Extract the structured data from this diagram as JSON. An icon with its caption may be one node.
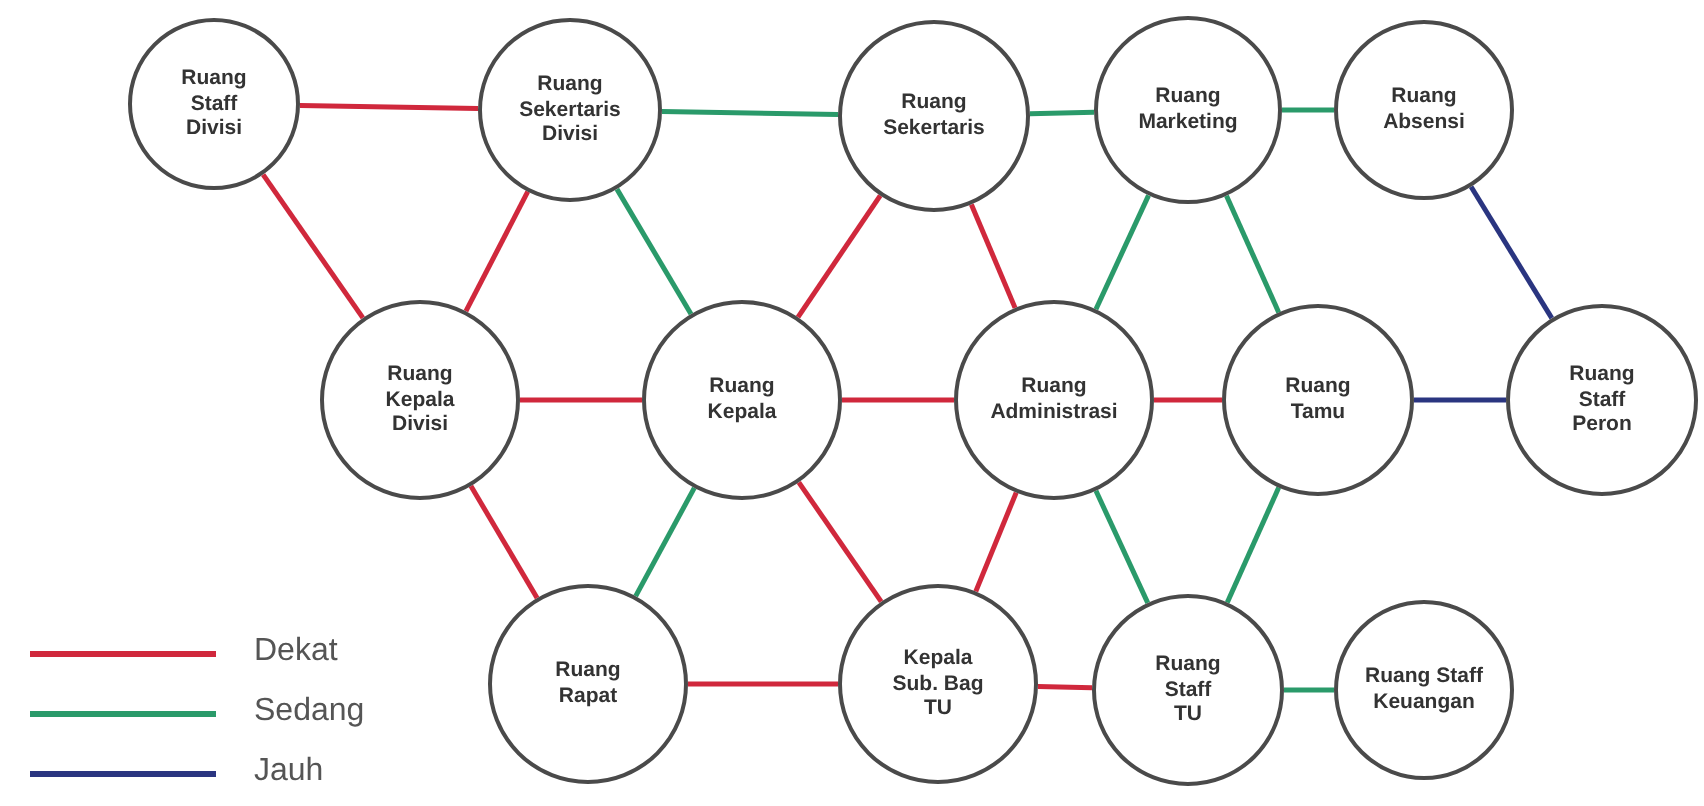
{
  "diagram": {
    "nodes": [
      {
        "text": [
          "Ruang Staff Divisi"
        ]
      },
      {
        "text": [
          "Ruang Sekertaris Divisi"
        ]
      },
      {
        "text": [
          "Ruang Sekertaris"
        ]
      },
      {
        "text": [
          "Ruang Marketing"
        ]
      },
      {
        "text": [
          "Ruang Absensi"
        ]
      },
      {
        "text": [
          "Ruang Kepala Divisi"
        ]
      },
      {
        "text": [
          "Ruang Kepala"
        ]
      },
      {
        "text": [
          "Ruang Administrasi"
        ]
      },
      {
        "text": [
          "Ruang Tamu"
        ]
      },
      {
        "text": [
          "Ruang Staff Peron"
        ]
      },
      {
        "text": [
          "Ruang Rapat"
        ]
      },
      {
        "text": [
          "Kepala Sub. Bag TU"
        ]
      },
      {
        "text": [
          "Ruang Staff TU"
        ]
      },
      {
        "text": [
          "Ruang Staff Keuangan"
        ]
      }
    ],
    "edges": [
      {
        "from": 0,
        "to": 1,
        "arrow": "none"
      },
      {
        "from": 1,
        "to": 2,
        "arrow": "none",
        "color": "#2a9a6a"
      },
      {
        "from": 2,
        "to": 3,
        "arrow": "none",
        "color": "#2a9a6a"
      },
      {
        "from": 3,
        "to": 4,
        "arrow": "none",
        "color": "#2a9a6a"
      },
      {
        "from": 0,
        "to": 5,
        "arrow": "none"
      },
      {
        "from": 1,
        "to": 5,
        "arrow": "none"
      },
      {
        "from": 1,
        "to": 6,
        "arrow": "none",
        "color": "#2a9a6a"
      },
      {
        "from": 2,
        "to": 6,
        "arrow": "none"
      },
      {
        "from": 2,
        "to": 7,
        "arrow": "none"
      },
      {
        "from": 3,
        "to": 7,
        "arrow": "none",
        "color": "#2a9a6a"
      },
      {
        "from": 3,
        "to": 8,
        "arrow": "none",
        "color": "#2a9a6a"
      },
      {
        "from": 4,
        "to": 9,
        "arrow": "none",
        "color": "#2a3580"
      },
      {
        "from": 5,
        "to": 6,
        "arrow": "none"
      },
      {
        "from": 6,
        "to": 7,
        "arrow": "none"
      },
      {
        "from": 7,
        "to": 8,
        "arrow": "none"
      },
      {
        "from": 8,
        "to": 9,
        "arrow": "none",
        "color": "#2a3580"
      },
      {
        "from": 5,
        "to": 10,
        "arrow": "none"
      },
      {
        "from": 6,
        "to": 10,
        "arrow": "none",
        "color": "#2a9a6a"
      },
      {
        "from": 6,
        "to": 11,
        "arrow": "none"
      },
      {
        "from": 7,
        "to": 11,
        "arrow": "none"
      },
      {
        "from": 7,
        "to": 12,
        "arrow": "none",
        "color": "#2a9a6a"
      },
      {
        "from": 8,
        "to": 12,
        "arrow": "none",
        "color": "#2a9a6a"
      },
      {
        "from": 10,
        "to": 11,
        "arrow": "none"
      },
      {
        "from": 11,
        "to": 12,
        "arrow": "none"
      },
      {
        "from": 12,
        "to": 13,
        "arrow": "none",
        "color": "#2a9a6a"
      }
    ],
    "legend": [
      {
        "text": "Dekat"
      },
      {
        "text": "Sedang"
      },
      {
        "text": "Jauh"
      }
    ]
  }
}
